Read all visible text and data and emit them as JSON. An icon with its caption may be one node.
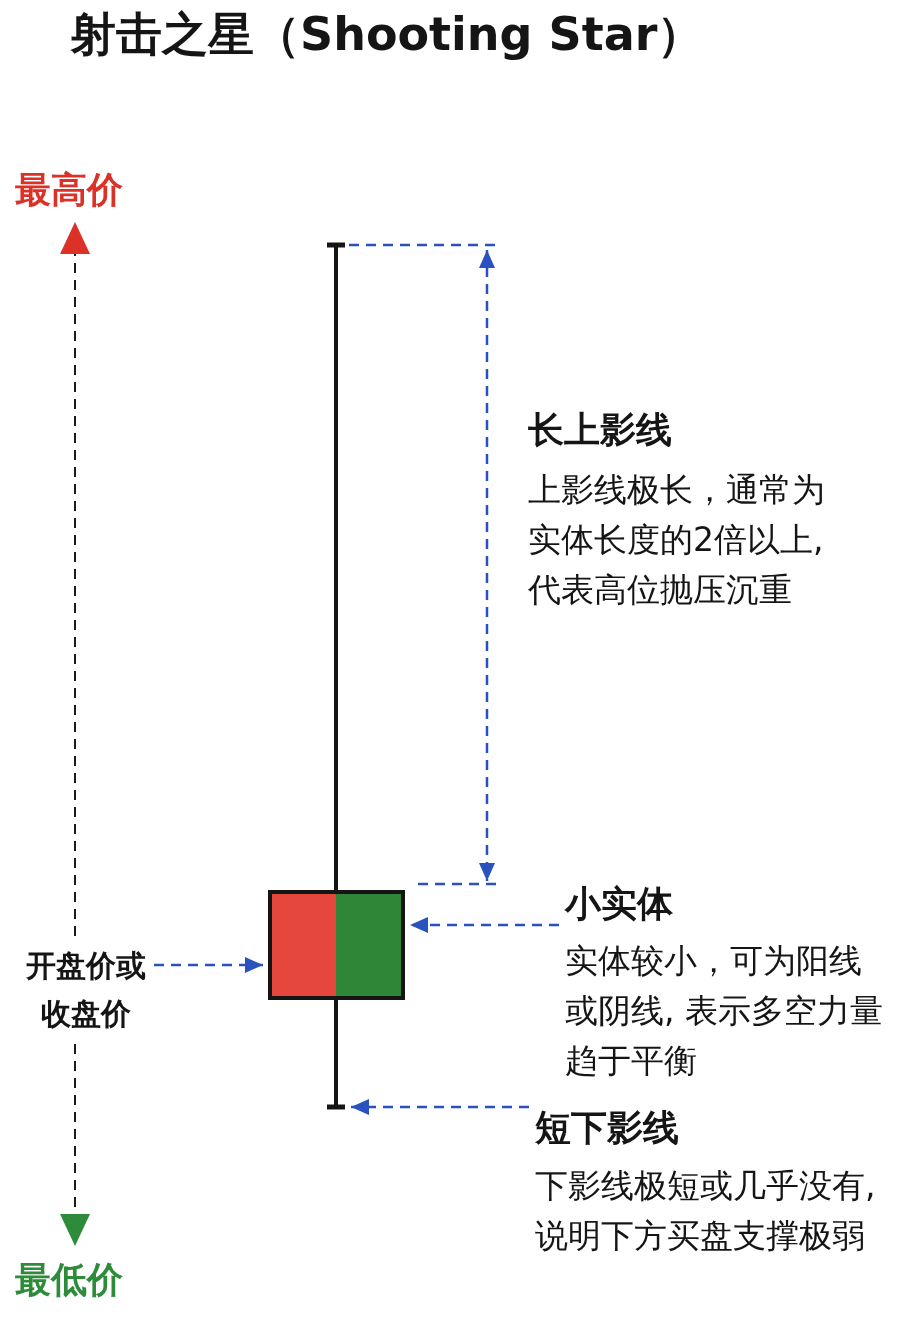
{
  "diagram": {
    "title": "射击之星（Shooting Star）",
    "nodes": [
      {
        "text": [
          "最高价"
        ]
      },
      {
        "text": [],
        "shape": "box"
      },
      {
        "text": [
          "小实体",
          "实体较小，可为阳线或阴线, 表示多空力量趋于平衡"
        ]
      },
      {
        "text": [
          "开盘价或收盘价"
        ]
      },
      {
        "text": [],
        "shape": "line"
      },
      {
        "text": [
          "短下影线",
          "下影线极短或几乎没有,说明下方买盘支撑极弱"
        ]
      },
      {
        "text": [
          "最低价"
        ]
      }
    ],
    "edges": [
      {
        "from": 3,
        "to": 0,
        "arrow": "to",
        "style": "dashed",
        "color": "#1a1a1a"
      },
      {
        "from": 3,
        "to": 6,
        "arrow": "to",
        "style": "dashed",
        "color": "#1a1a1a"
      },
      {
        "from": 2,
        "to": 1,
        "arrow": "to",
        "style": "dashed"
      },
      {
        "from": 3,
        "to": 1,
        "arrow": "to",
        "style": "dashed"
      },
      {
        "from": 5,
        "to": 4,
        "arrow": "to",
        "style": "dashed"
      }
    ],
    "labels": [
      "长上影线",
      "上影线极长，通常为实体长度的2倍以上,代表高位抛压沉重"
    ]
  }
}
